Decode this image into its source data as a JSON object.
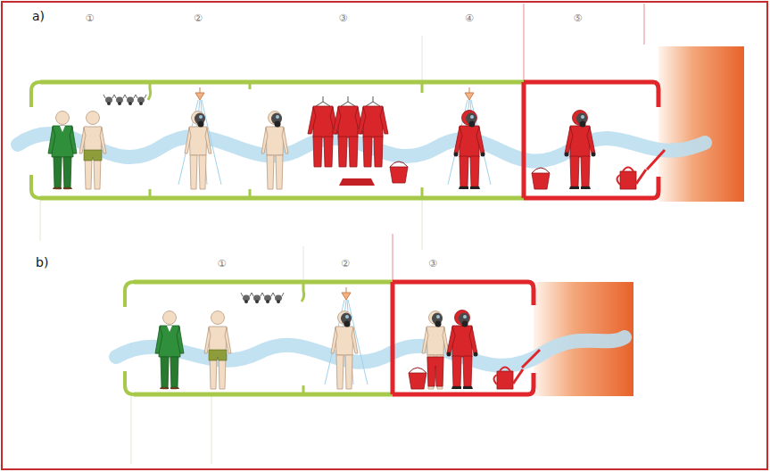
{
  "diagram": {
    "nodes": [
      {
        "text": [
          "①"
        ]
      },
      {
        "text": [
          "②"
        ]
      },
      {
        "text": [
          "③"
        ]
      },
      {
        "text": [
          "④"
        ]
      },
      {
        "text": [
          "⑤"
        ]
      },
      {
        "text": [
          "①"
        ]
      },
      {
        "text": [
          "②"
        ]
      },
      {
        "text": [
          "③"
        ]
      }
    ],
    "labels": [
      "a)",
      "b)"
    ]
  }
}
